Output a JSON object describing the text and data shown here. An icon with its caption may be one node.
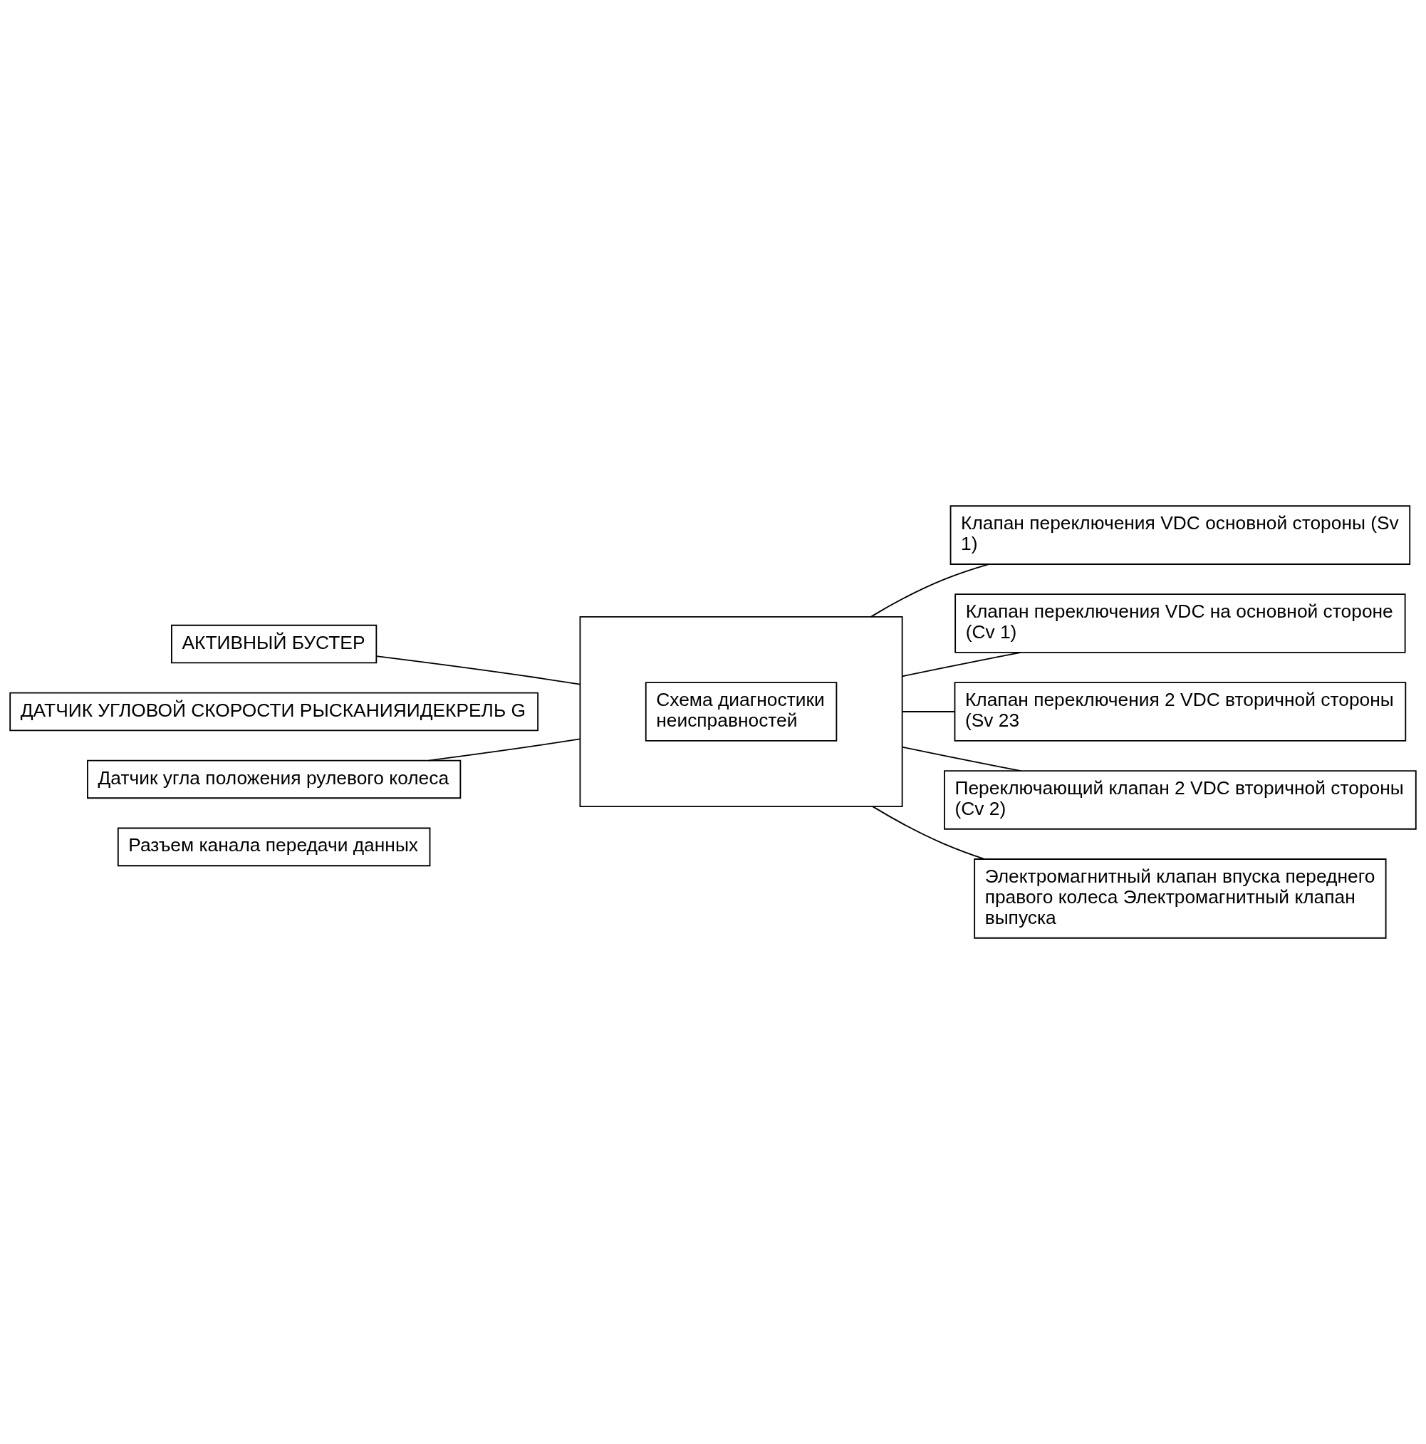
{
  "diagram": {
    "nodes": [
      {
        "text": [
          "АКТИВНЫЙ БУСТЕР"
        ]
      },
      {
        "text": [
          "ДАТЧИК УГЛОВОЙ СКОРОСТИ РЫСКАНИЯИДЕКРЕЛЬ G"
        ]
      },
      {
        "text": [
          "Датчик угла положения рулевого колеса"
        ]
      },
      {
        "text": [
          "Разъем канала передачи данных"
        ]
      },
      {
        "text": [],
        "shape": "box"
      },
      {
        "text": [
          "Схема диагностики неисправностей"
        ],
        "in": 4
      },
      {
        "text": [
          "Клапан переключения VDC основной стороны (Sv 1)"
        ]
      },
      {
        "text": [
          "Клапан переключения VDC на основной стороне (Cv 1)"
        ]
      },
      {
        "text": [
          "Клапан переключения 2 VDC вторичной стороны (Sv 23"
        ]
      },
      {
        "text": [
          "Переключающий клапан 2 VDC вторичной стороны (Cv 2)"
        ]
      },
      {
        "text": [
          "Электромагнитный клапан впуска переднего правого колеса Электромагнитный клапан выпуска"
        ]
      }
    ],
    "edges": [
      {
        "from": 0,
        "to": 4,
        "arrow": "none"
      },
      {
        "from": 2,
        "to": 4,
        "arrow": "none"
      },
      {
        "from": 4,
        "to": 6,
        "arrow": "none"
      },
      {
        "from": 4,
        "to": 7,
        "arrow": "none"
      },
      {
        "from": 4,
        "to": 8,
        "arrow": "none"
      },
      {
        "from": 4,
        "to": 9,
        "arrow": "none"
      },
      {
        "from": 4,
        "to": 10,
        "arrow": "none"
      }
    ]
  }
}
